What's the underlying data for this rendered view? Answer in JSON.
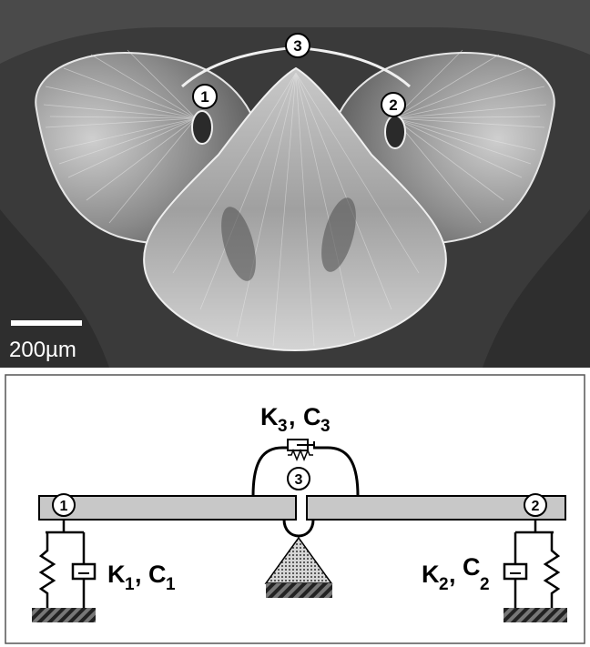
{
  "micrograph": {
    "scale_bar_label": "200µm",
    "markers": [
      "1",
      "2",
      "3"
    ]
  },
  "model": {
    "joint_markers": [
      "1",
      "2",
      "3"
    ],
    "labels": {
      "k1": "K",
      "k1_sub": "1",
      "c1": "C",
      "c1_sub": "1",
      "k2": "K",
      "k2_sub": "2",
      "c2": "C",
      "c2_sub": "2",
      "k3": "K",
      "k3_sub": "3",
      "c3": "C",
      "c3_sub": "3"
    }
  },
  "colors": {
    "beam": "#c8c8c8",
    "ground_hatch": "#333333",
    "micrograph_bg": "#3a3a3a",
    "micrograph_tissue": "#9a9a9a"
  }
}
